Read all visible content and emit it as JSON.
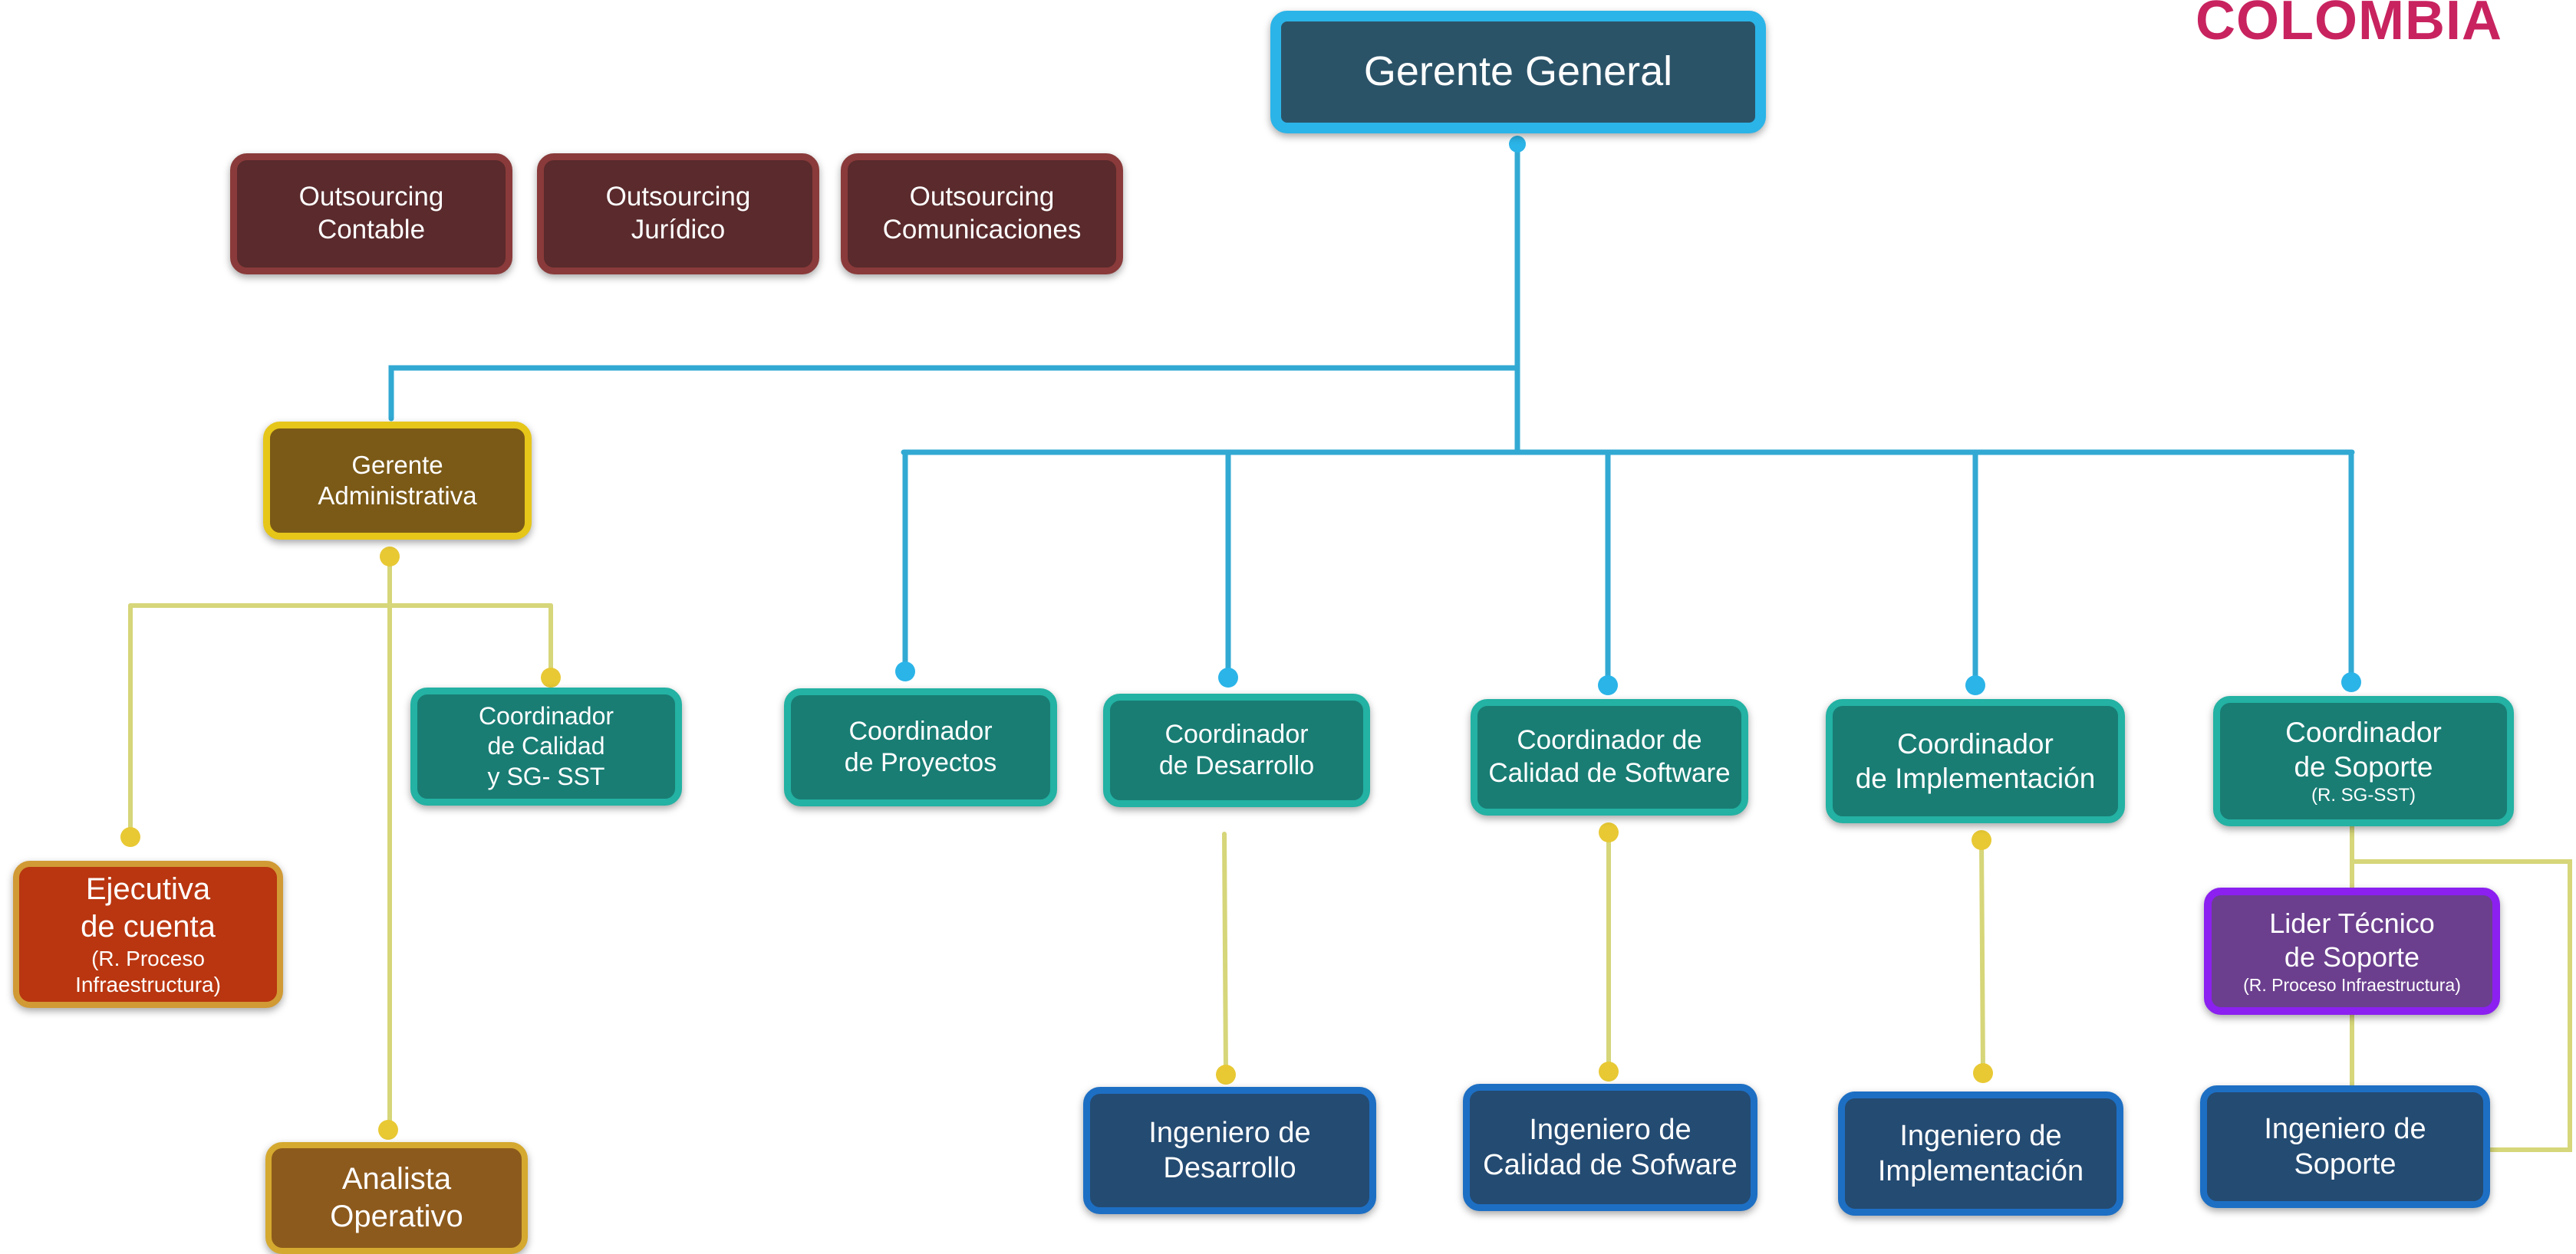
{
  "brand": "COLOMBIA",
  "colors": {
    "executive_line": "#32a9d3",
    "admin_line": "#d6d67a",
    "dot_blue": "#2bb4e8",
    "dot_yellow": "#e8c934",
    "brand": "#c8235f"
  },
  "nodes": {
    "gerente_general": "Gerente General",
    "outsourcing_contable": [
      "Outsourcing",
      "Contable"
    ],
    "outsourcing_juridico": [
      "Outsourcing",
      "Jurídico"
    ],
    "outsourcing_comunicaciones": [
      "Outsourcing",
      "Comunicaciones"
    ],
    "gerente_administrativa": [
      "Gerente",
      "Administrativa"
    ],
    "coordinador_calidad_sst": [
      "Coordinador",
      "de Calidad",
      "y SG- SST"
    ],
    "ejecutiva_cuenta": [
      "Ejecutiva",
      "de cuenta",
      "(R. Proceso",
      "Infraestructura)"
    ],
    "analista_operativo": [
      "Analista",
      "Operativo"
    ],
    "coordinador_proyectos": [
      "Coordinador",
      "de Proyectos"
    ],
    "coordinador_desarrollo": [
      "Coordinador",
      "de Desarrollo"
    ],
    "coordinador_calidad_software": [
      "Coordinador de",
      "Calidad de Software"
    ],
    "coordinador_implementacion": [
      "Coordinador",
      "de Implementación"
    ],
    "coordinador_soporte": [
      "Coordinador",
      "de Soporte",
      "(R. SG-SST)"
    ],
    "lider_tecnico_soporte": [
      "Lider Técnico",
      "de Soporte",
      "(R. Proceso Infraestructura)"
    ],
    "ingeniero_desarrollo": [
      "Ingeniero de",
      "Desarrollo"
    ],
    "ingeniero_calidad_sofware": [
      "Ingeniero de",
      "Calidad de Sofware"
    ],
    "ingeniero_implementacion": [
      "Ingeniero de",
      "Implementación"
    ],
    "ingeniero_soporte": [
      "Ingeniero de",
      "Soporte"
    ]
  }
}
